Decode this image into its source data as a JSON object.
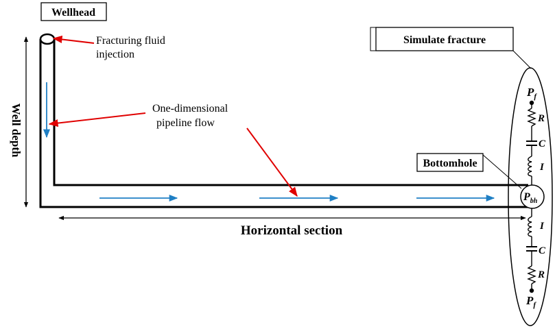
{
  "labels": {
    "wellhead": "Wellhead",
    "injection_line1": "Fracturing fluid",
    "injection_line2": "injection",
    "flow_line1": "One-dimensional",
    "flow_line2": "pipeline flow",
    "well_depth": "Well depth",
    "horizontal_section": "Horizontal section",
    "simulate_fracture": "Simulate fracture",
    "bottomhole": "Bottomhole"
  },
  "circuit": {
    "p_symbol": "P",
    "pf_sub": "f",
    "pbh_sub": "bh",
    "r": "R",
    "c": "C",
    "i": "I"
  },
  "colors": {
    "line": "#000000",
    "flow_arrow": "#1f7fc4",
    "callout_arrow": "#e00000"
  }
}
